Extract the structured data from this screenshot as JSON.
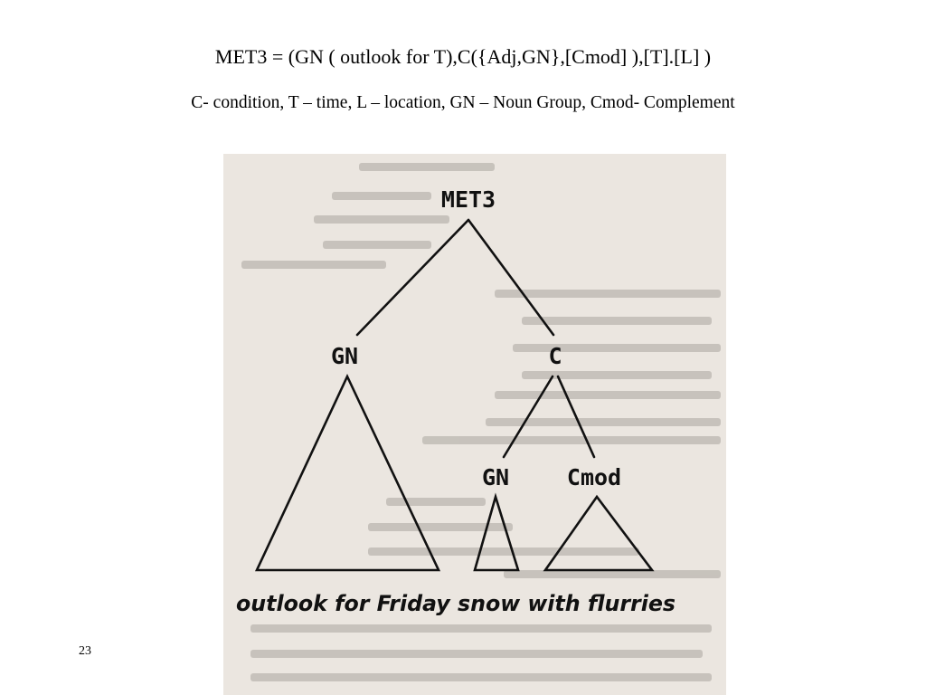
{
  "slide": {
    "title": "MET3 = (GN ( outlook for T),C({Adj,GN},[Cmod] ),[T].[L] )",
    "subtitle": "C- condition,  T – time, L – location, GN – Noun Group, Cmod- Complement",
    "page_number": "23"
  },
  "tree": {
    "root": "MET3",
    "left_child": "GN",
    "right_child": "C",
    "c_left_child": "GN",
    "c_right_child": "Cmod",
    "sentence": "outlook for Friday snow with flurries"
  },
  "colors": {
    "scan_background": "#ebe6e0",
    "ink": "#111111"
  }
}
